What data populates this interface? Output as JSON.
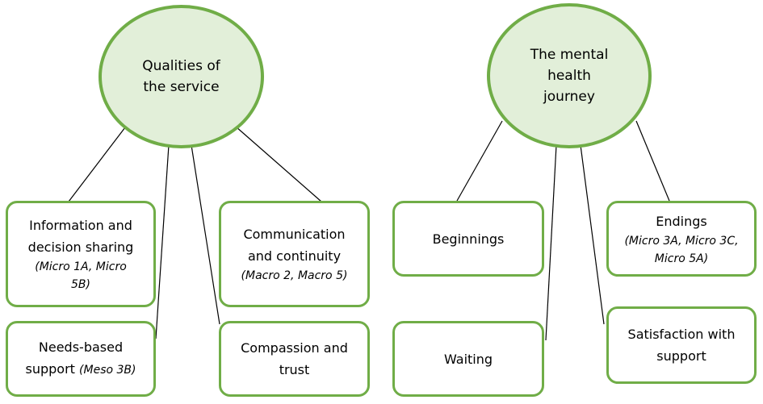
{
  "hubs": {
    "qualities": {
      "line1": "Qualities of",
      "line2": "the service"
    },
    "journey": {
      "line1": "The mental",
      "line2": "health",
      "line3": "journey"
    }
  },
  "boxes": {
    "info": {
      "line1": "Information and",
      "line2": "decision sharing",
      "ref1": "(Micro 1A, Micro",
      "ref2": "5B)"
    },
    "needs": {
      "line1": "Needs-based",
      "line2": "support",
      "ref": "(Meso 3B)"
    },
    "comm": {
      "line1": "Communication",
      "line2": "and continuity",
      "ref": "(Macro 2, Macro 5)"
    },
    "compassion": {
      "line1": "Compassion and",
      "line2": "trust"
    },
    "beginnings": {
      "label": "Beginnings"
    },
    "waiting": {
      "label": "Waiting"
    },
    "endings": {
      "label": "Endings",
      "ref1": "(Micro 3A, Micro 3C,",
      "ref2": "Micro 5A)"
    },
    "satisfaction": {
      "line1": "Satisfaction with",
      "line2": "support"
    }
  },
  "colors": {
    "border": "#70ad47",
    "hub_fill": "#e2efd9",
    "line": "#000000"
  }
}
